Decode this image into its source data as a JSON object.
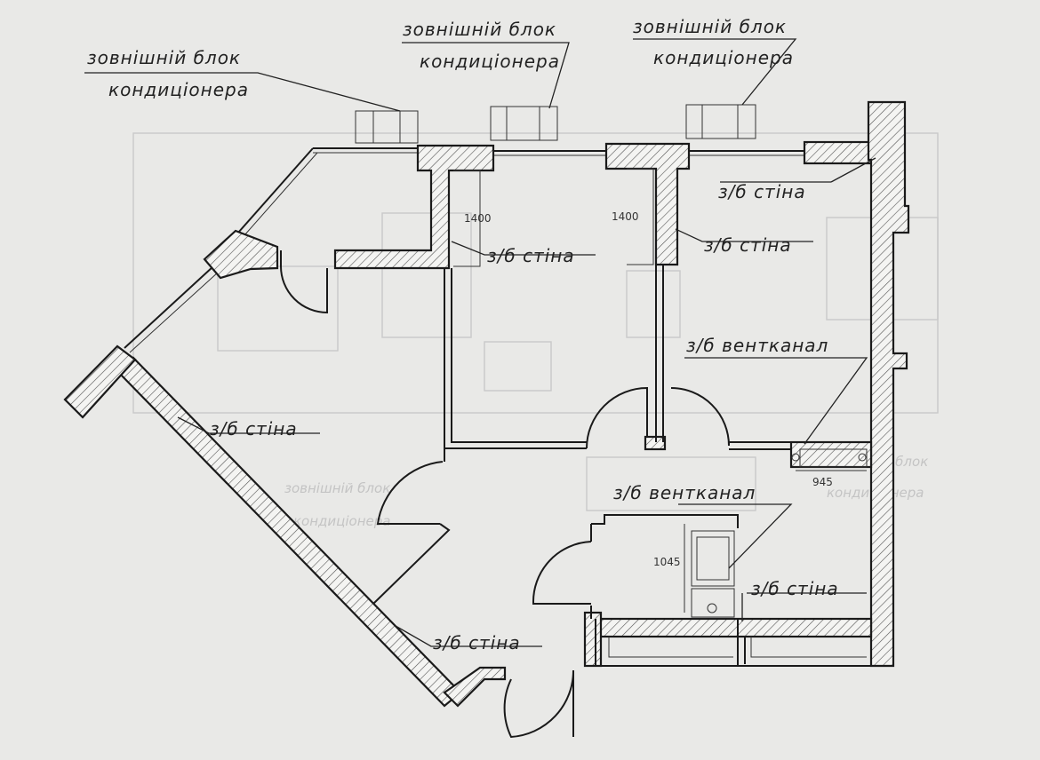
{
  "annotations": {
    "ac_unit_1_line1": "зовнішній блок",
    "ac_unit_1_line2": "кондиціонера",
    "ac_unit_2_line1": "зовнішній блок",
    "ac_unit_2_line2": "кондиціонера",
    "ac_unit_3_line1": "зовнішній блок",
    "ac_unit_3_line2": "кондиціонера",
    "concrete_wall_1": "з/б стіна",
    "concrete_wall_2": "з/б стіна",
    "concrete_wall_3": "з/б стіна",
    "concrete_wall_4": "з/б стіна",
    "concrete_wall_5": "з/б стіна",
    "concrete_wall_6": "з/б стіна",
    "vent_channel_1": "з/б вентканал",
    "vent_channel_2": "з/б вентканал"
  },
  "dimensions": {
    "room1_width": "1400",
    "room2_width": "1400",
    "vent_width": "945",
    "bath_width": "1045"
  },
  "colors": {
    "paper": "#e9e9e7",
    "ink": "#1a1a1a",
    "ghost": "#c9c9c9"
  }
}
